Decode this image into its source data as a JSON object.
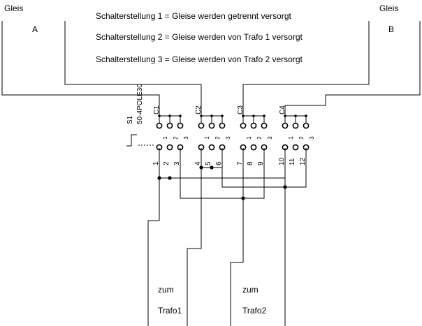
{
  "track_a": {
    "label": "Gleis",
    "letter": "A"
  },
  "track_b": {
    "label": "Gleis",
    "letter": "B"
  },
  "notes": [
    "Schalterstellung 1 = Gleise werden getrennt versorgt",
    "Schalterstellung 2 = Gleise werden von Trafo 1 versorgt",
    "Schalterstellung 3 = Gleise werden von Trafo 2 versorgt"
  ],
  "switch": {
    "ref": "S1",
    "part": "50-4POLE30"
  },
  "poles": [
    {
      "common": "C1",
      "pins": [
        "1",
        "2",
        "3"
      ],
      "contacts": [
        "1",
        "2",
        "3"
      ]
    },
    {
      "common": "C2",
      "pins": [
        "4",
        "5",
        "6"
      ],
      "contacts": [
        "1",
        "2",
        "3"
      ]
    },
    {
      "common": "C3",
      "pins": [
        "7",
        "8",
        "9"
      ],
      "contacts": [
        "1",
        "2",
        "3"
      ]
    },
    {
      "common": "C4",
      "pins": [
        "10",
        "11",
        "12"
      ],
      "contacts": [
        "1",
        "2",
        "3"
      ]
    }
  ],
  "trafo1": {
    "line1": "zum",
    "line2": "Trafo1"
  },
  "trafo2": {
    "line1": "zum",
    "line2": "Trafo2"
  }
}
